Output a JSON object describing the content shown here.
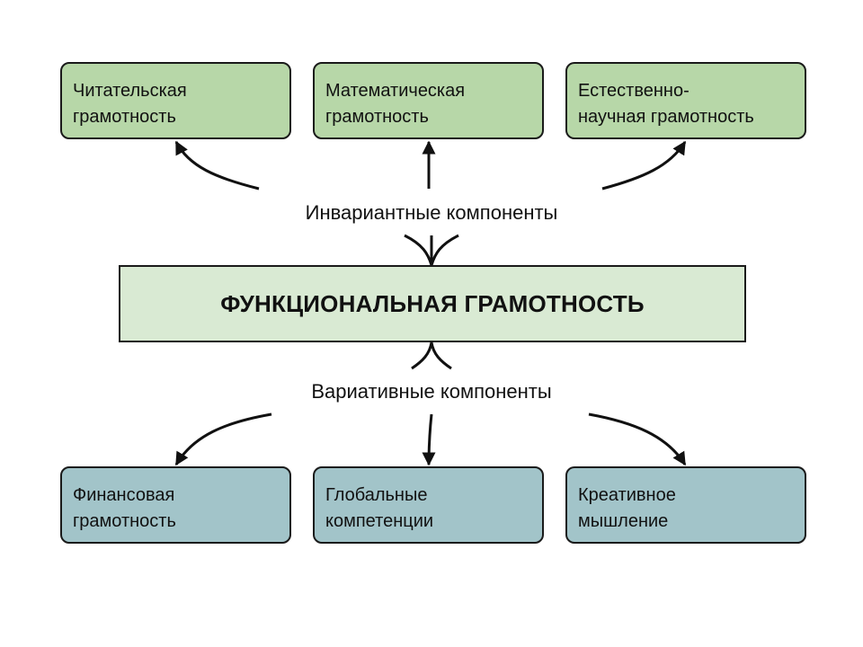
{
  "center": {
    "label": "ФУНКЦИОНАЛЬНАЯ ГРАМОТНОСТЬ"
  },
  "invariant": {
    "label": "Инвариантные компоненты",
    "items": [
      {
        "label": "Читательская\nграмотность"
      },
      {
        "label": "Математическая\nграмотность"
      },
      {
        "label": "Естественно-\nнаучная грамотность"
      }
    ]
  },
  "variative": {
    "label": "Вариативные компоненты",
    "items": [
      {
        "label": "Финансовая\nграмотность"
      },
      {
        "label": "Глобальные\nкомпетенции"
      },
      {
        "label": "Креативное\nмышление"
      }
    ]
  },
  "colors": {
    "invariant_fill": "#b7d7a8",
    "center_fill": "#d9ead3",
    "variative_fill": "#a2c4c9",
    "stroke": "#1a1a1a"
  }
}
